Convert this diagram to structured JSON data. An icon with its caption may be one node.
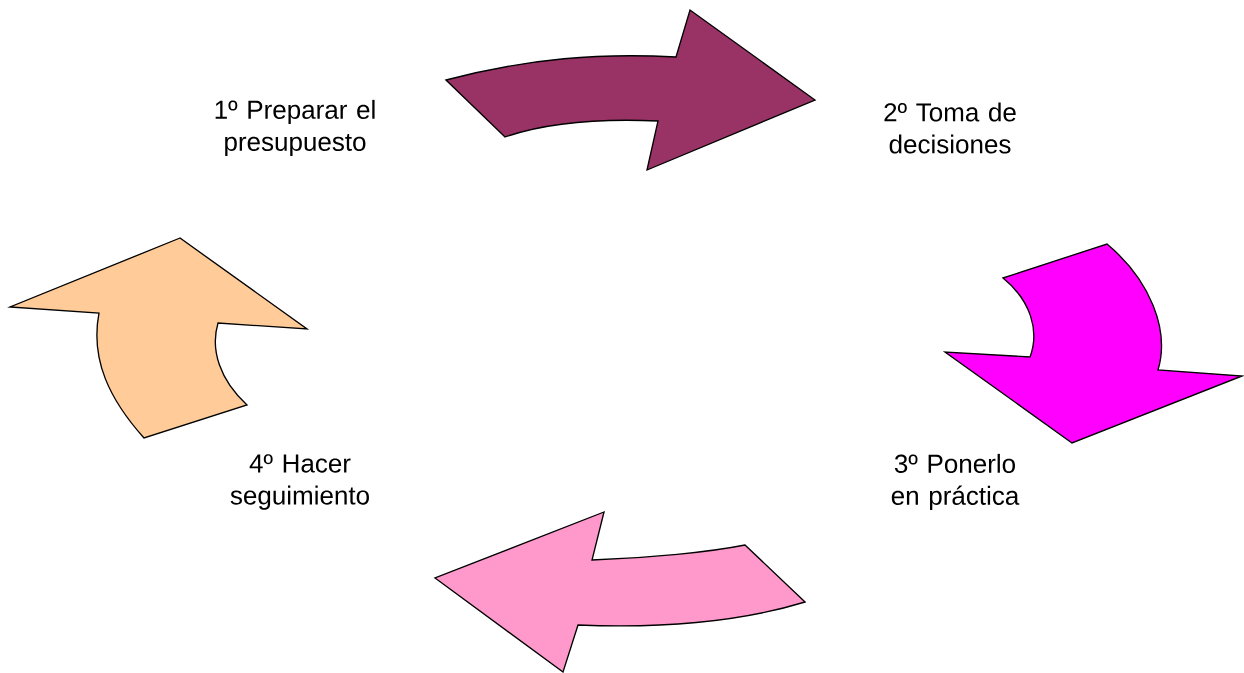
{
  "diagram": {
    "nodes": [
      {
        "text": [
          "1º Preparar el presupuesto"
        ]
      },
      {
        "text": [
          "2º Toma de decisiones"
        ]
      },
      {
        "text": [
          "3º Ponerlo en práctica"
        ]
      },
      {
        "text": [
          "4º Hacer seguimiento"
        ]
      }
    ],
    "edges": [
      {
        "from": 0,
        "to": 1,
        "arrow": "to",
        "color": "#993366"
      },
      {
        "from": 1,
        "to": 2,
        "arrow": "to",
        "color": "#ff00ff"
      },
      {
        "from": 2,
        "to": 3,
        "arrow": "to",
        "color": "#ff99cc"
      },
      {
        "from": 3,
        "to": 0,
        "arrow": "to",
        "color": "#ffcc99"
      }
    ]
  }
}
